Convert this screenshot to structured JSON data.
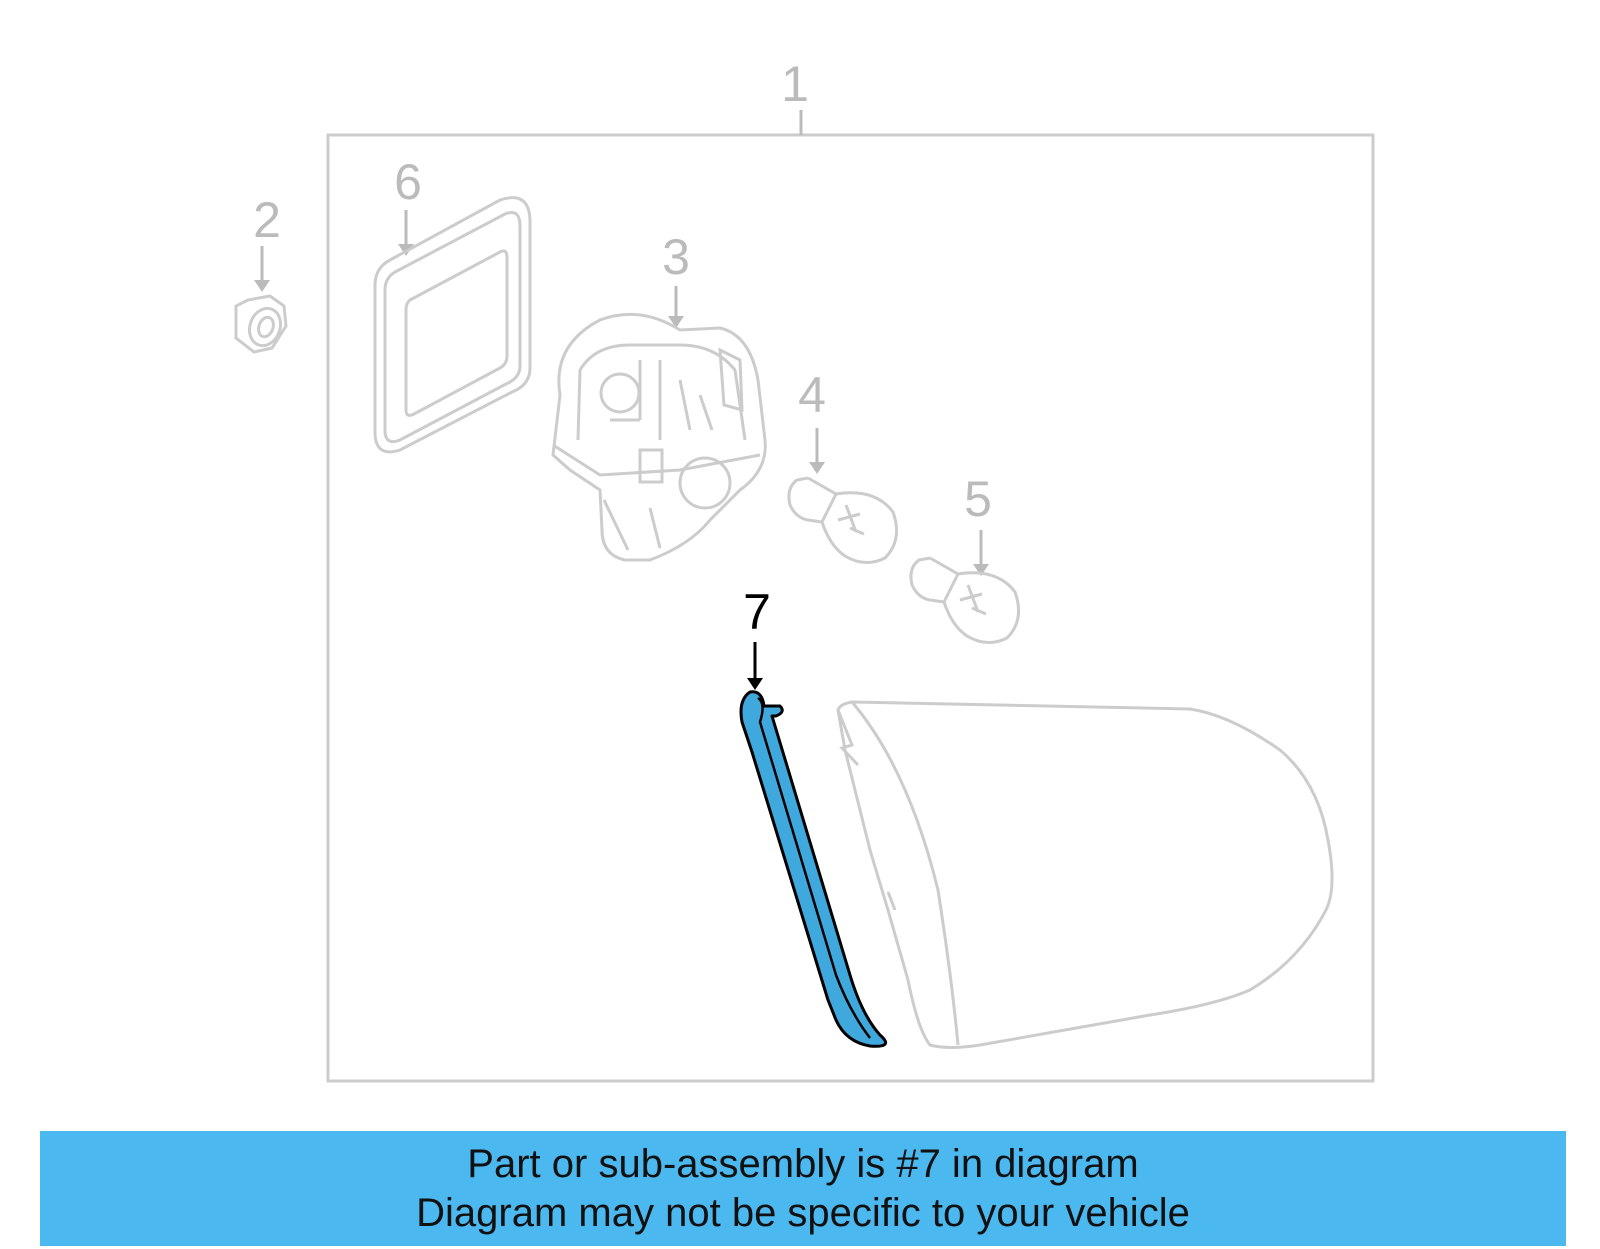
{
  "colors": {
    "outline_gray": "#cccccc",
    "label_gray": "#bbbbbb",
    "highlight_fill": "#3fa9dd",
    "highlight_stroke": "#000000",
    "banner_bg": "#4cb8f0"
  },
  "callouts": {
    "c1": "1",
    "c2": "2",
    "c3": "3",
    "c4": "4",
    "c5": "5",
    "c6": "6",
    "c7": "7"
  },
  "highlighted_part": "7",
  "banner": {
    "line1": "Part or sub-assembly is #7 in diagram",
    "line2": "Diagram may not be specific to your vehicle"
  }
}
